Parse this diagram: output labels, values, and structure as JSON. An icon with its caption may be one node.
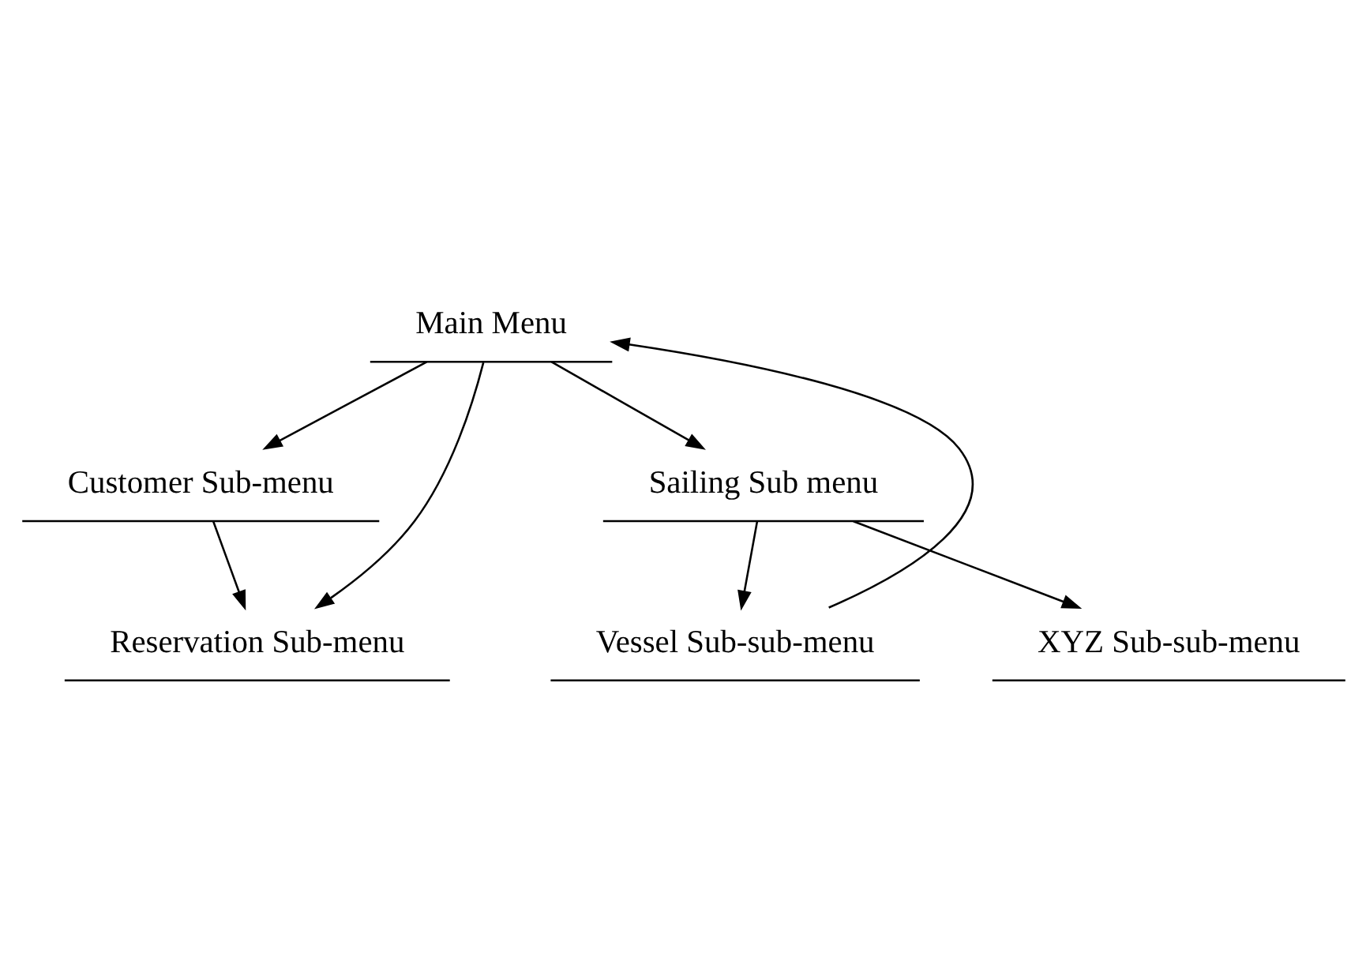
{
  "diagram": {
    "nodes": [
      {
        "text": [
          "Main Menu"
        ]
      },
      {
        "text": [
          "Customer Sub-menu"
        ]
      },
      {
        "text": [
          "Reservation Sub-menu"
        ]
      },
      {
        "text": [
          "Sailing Sub menu"
        ]
      },
      {
        "text": [
          "Vessel Sub-sub-menu"
        ]
      },
      {
        "text": [
          "XYZ Sub-sub-menu"
        ]
      }
    ],
    "edges": [
      {
        "from": 0,
        "to": 1,
        "arrow": "to"
      },
      {
        "from": 0,
        "to": 2,
        "arrow": "to"
      },
      {
        "from": 0,
        "to": 3,
        "arrow": "to"
      },
      {
        "from": 1,
        "to": 2,
        "arrow": "to"
      },
      {
        "from": 3,
        "to": 4,
        "arrow": "to"
      },
      {
        "from": 3,
        "to": 5,
        "arrow": "to"
      },
      {
        "from": 4,
        "to": 0,
        "arrow": "to"
      }
    ]
  }
}
